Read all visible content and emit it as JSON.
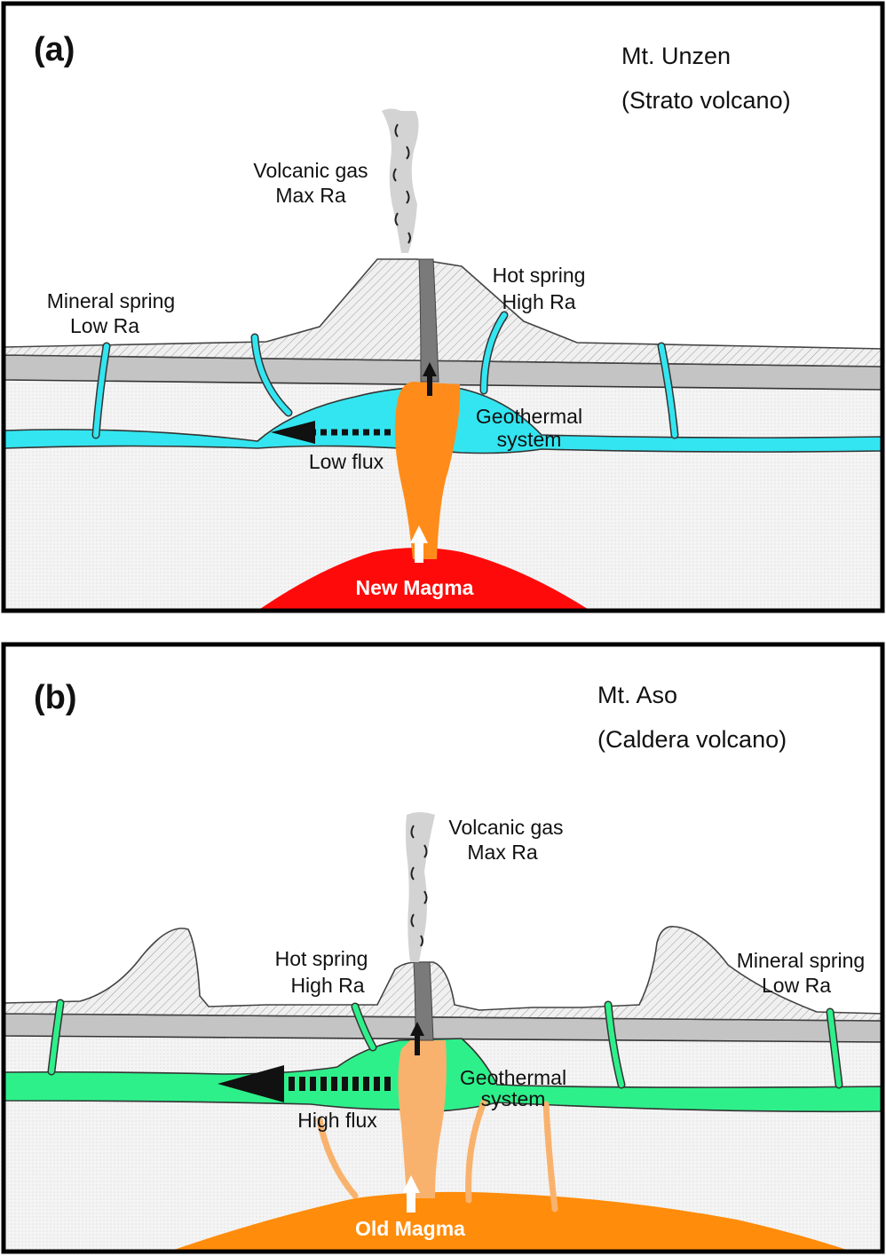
{
  "panel_a": {
    "tag": "(a)",
    "volcano_name": "Mt. Unzen",
    "volcano_type": "(Strato volcano)",
    "gas_line1": "Volcanic gas",
    "gas_line2": "Max Ra",
    "hot_spring_line1": "Hot spring",
    "hot_spring_line2": "High Ra",
    "mineral_spring_line1": "Mineral spring",
    "mineral_spring_line2": "Low Ra",
    "geothermal_line1": "Geothermal",
    "geothermal_line2": "system",
    "flux_label": "Low flux",
    "magma_label": "New Magma",
    "colors": {
      "fluid": "#33e5f0",
      "magma": "#ff0a0a",
      "conduit": "#ff8c1a"
    }
  },
  "panel_b": {
    "tag": "(b)",
    "volcano_name": "Mt. Aso",
    "volcano_type": "(Caldera volcano)",
    "gas_line1": "Volcanic gas",
    "gas_line2": "Max Ra",
    "hot_spring_line1": "Hot spring",
    "hot_spring_line2": "High Ra",
    "mineral_spring_line1": "Mineral spring",
    "mineral_spring_line2": "Low Ra",
    "geothermal_line1": "Geothermal",
    "geothermal_line2": "system",
    "flux_label": "High flux",
    "magma_label": "Old Magma",
    "colors": {
      "fluid": "#2ef08a",
      "magma": "#ff8c0a",
      "conduit": "#f9b26d"
    }
  }
}
